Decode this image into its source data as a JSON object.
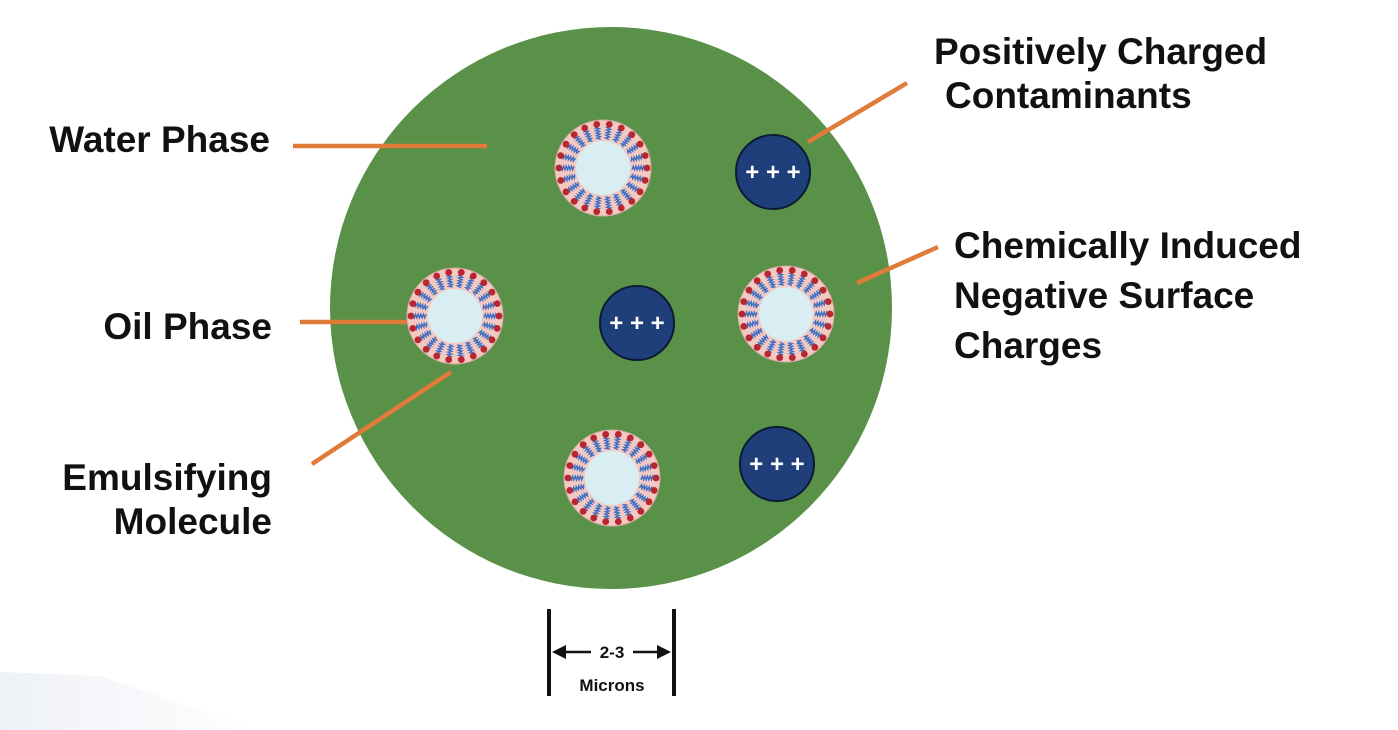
{
  "labels": {
    "water_phase": "Water Phase",
    "oil_phase": "Oil Phase",
    "emulsifying": [
      "Emulsifying",
      "Molecule"
    ],
    "positively_charged": [
      "Positively Charged",
      "Contaminants"
    ],
    "negative_surface": [
      "Chemically Induced",
      "Negative Surface",
      "Charges"
    ]
  },
  "contaminant_symbol": "+ + +",
  "scale": {
    "value": "2-3",
    "unit": "Microns"
  },
  "colors": {
    "water": "#5a9148",
    "leader": "#e07b39",
    "contaminant": "#1f3f7a",
    "droplet_core": "#d8eef2",
    "droplet_ring": "#f3c9c4",
    "head": "#b8272f",
    "tail": "#3f6fc0"
  }
}
